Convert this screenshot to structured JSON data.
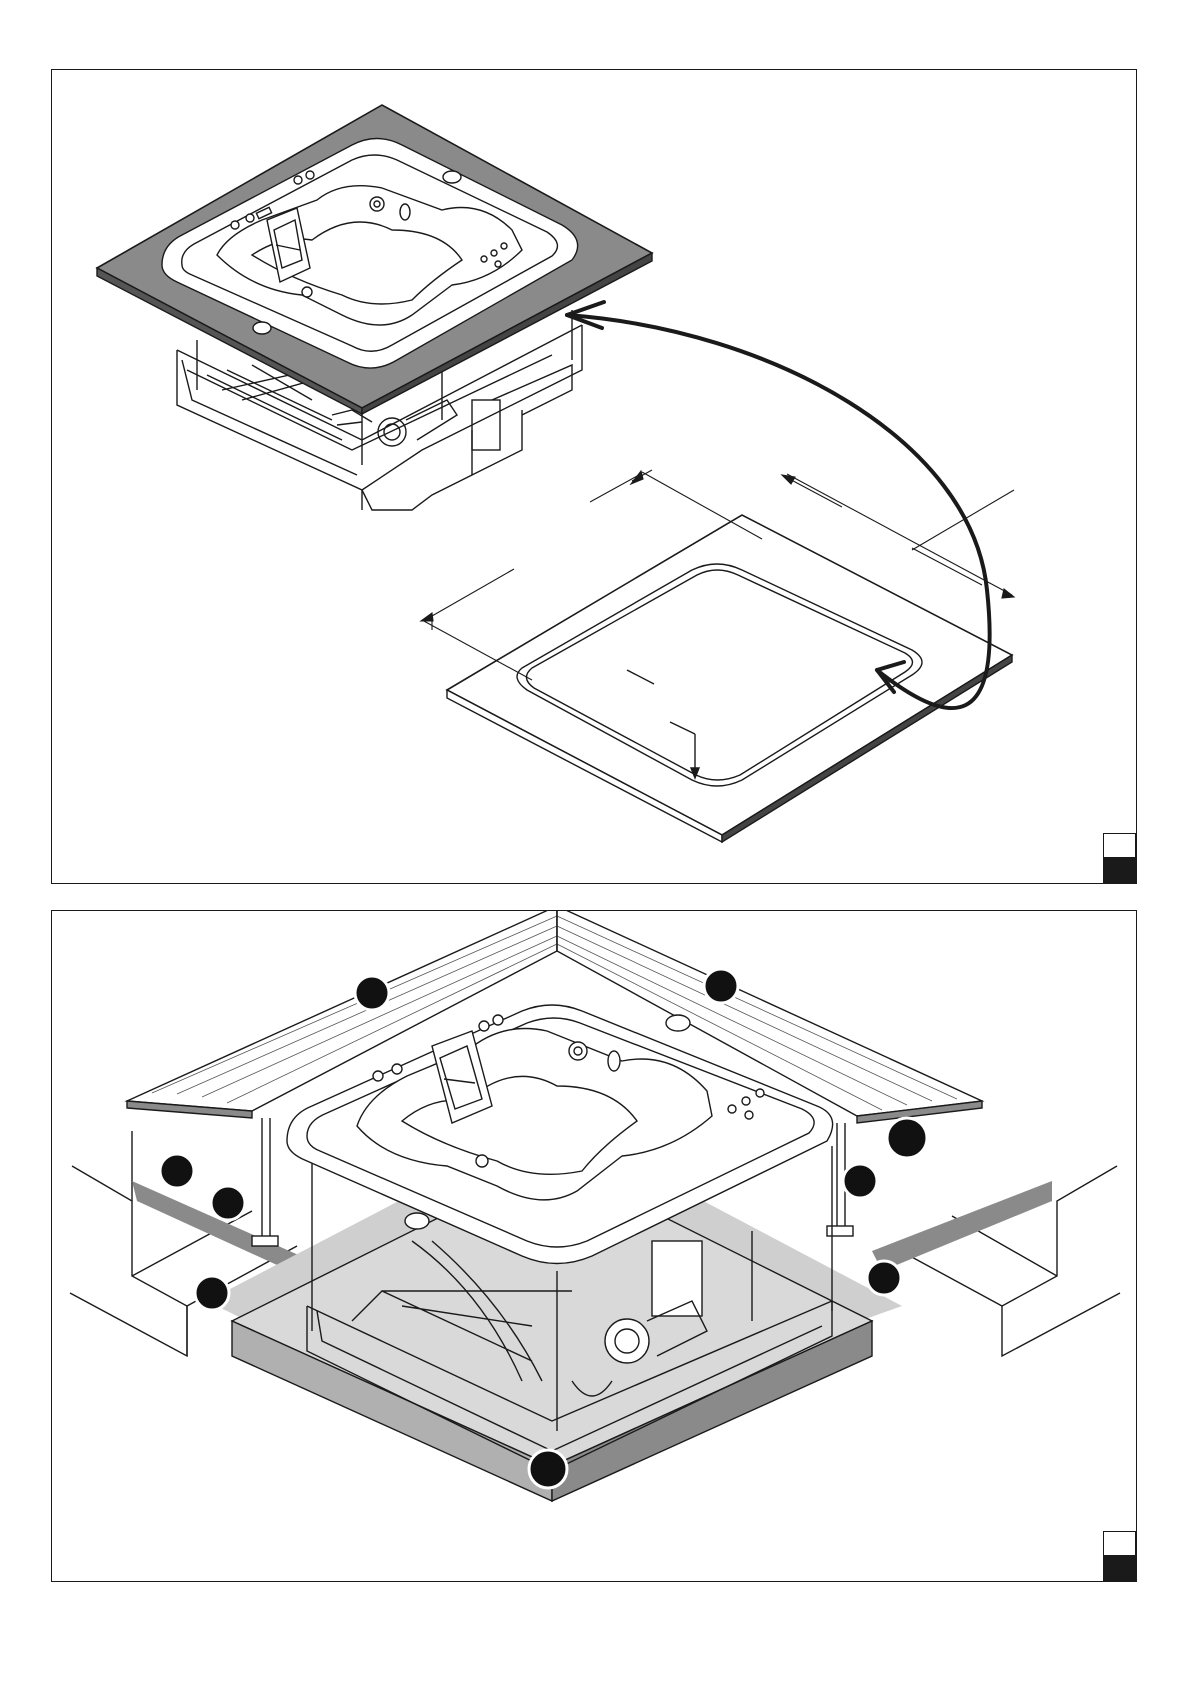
{
  "colors": {
    "ink": "#1a1a1a",
    "frame_gray": "#8a8a8a",
    "concrete_gray": "#b0b0b0",
    "gravel_gray": "#cfcfcf",
    "deck_line": "#555555",
    "callout_fill": "#111111"
  },
  "top_panel": {
    "figure": "tub-with-flat-surround-and-cutout-template"
  },
  "bottom_panel": {
    "figure": "tub-installed-in-deck-on-concrete-base",
    "callout_count": 9
  }
}
